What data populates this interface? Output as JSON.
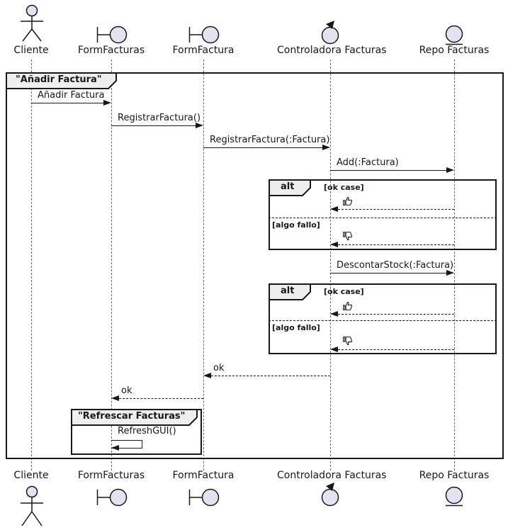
{
  "diagram": {
    "type": "uml-sequence-diagram",
    "frame_title": "\"Añadir Factura\"",
    "group_title": "\"Refrescar Facturas\"",
    "participants": {
      "cliente": {
        "label": "Cliente",
        "icon": "actor-icon"
      },
      "formfacturas": {
        "label": "FormFacturas",
        "icon": "boundary-icon"
      },
      "formfactura": {
        "label": "FormFactura",
        "icon": "boundary-icon"
      },
      "controladora": {
        "label": "Controladora Facturas",
        "icon": "control-icon"
      },
      "repo": {
        "label": "Repo Facturas",
        "icon": "entity-icon"
      }
    },
    "messages": {
      "anadir": "Añadir Factura",
      "registrar": "RegistrarFactura()",
      "registrar_param": "RegistrarFactura(:Factura)",
      "add": "Add(:Factura)",
      "descontar": "DescontarStock(:Factura)",
      "ok": "ok",
      "refresh": "RefreshGUI()",
      "thumbs_up": "👍",
      "thumbs_down": "👎"
    },
    "fragments": {
      "alt": {
        "operator": "alt",
        "guard_ok": "[ok case]",
        "guard_fail": "[algo fallo]"
      }
    },
    "colors": {
      "shape_fill": "#E2E2F0",
      "tab_fill": "#EEEEEE",
      "line": "#181818",
      "lifeline": "#6a6a6a",
      "background": "#FFFFFF"
    }
  }
}
